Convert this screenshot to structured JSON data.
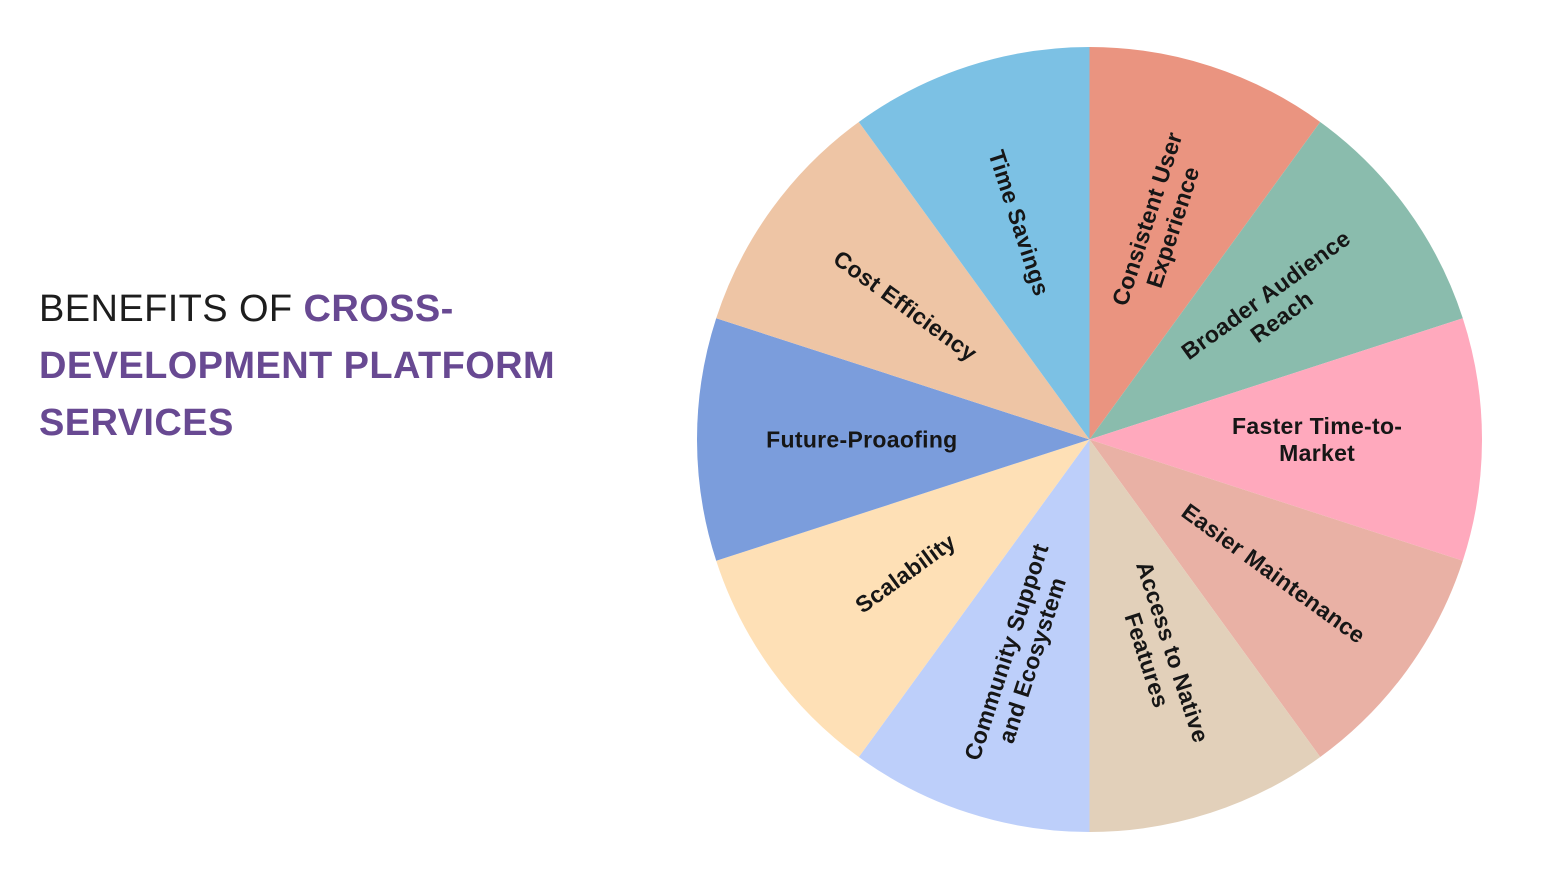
{
  "page": {
    "background_color": "#ffffff"
  },
  "title": {
    "normal_part": "BENEFITS OF",
    "bold_lines": [
      "CROSS-",
      "DEVELOPMENT PLATFORM",
      "SERVICES"
    ],
    "normal_color": "#1d1d1d",
    "accent_color": "#684992"
  },
  "chart_data": {
    "type": "pie",
    "title": "Benefits of Cross-Development Platform Services",
    "start_angle_deg_clockwise_from_top": 0,
    "direction": "clockwise",
    "legend_position": "none",
    "label_placement": "radial-inside",
    "label_color": "#161616",
    "slices": [
      {
        "label": "Consistent User Experience",
        "label_lines": [
          "Consistent User",
          "Experience"
        ],
        "value": 10,
        "color": "#EA9480"
      },
      {
        "label": "Broader Audience Reach",
        "label_lines": [
          "Broader Audience",
          "Reach"
        ],
        "value": 10,
        "color": "#8ABCAD"
      },
      {
        "label": "Faster Time-to-Market",
        "label_lines": [
          "Faster Time-to-",
          "Market"
        ],
        "value": 10,
        "color": "#FFA9BD"
      },
      {
        "label": "Easier Maintenance",
        "label_lines": [
          "Easier Maintenance"
        ],
        "value": 10,
        "color": "#E9B1A5"
      },
      {
        "label": "Access to Native Features",
        "label_lines": [
          "Access to Native",
          "Features"
        ],
        "value": 10,
        "color": "#E2D0BA"
      },
      {
        "label": "Community Support and Ecosystem",
        "label_lines": [
          "Community Support",
          "and Ecosystem"
        ],
        "value": 10,
        "color": "#BDCFFA"
      },
      {
        "label": "Scalability",
        "label_lines": [
          "Scalability"
        ],
        "value": 10,
        "color": "#FEE0B6"
      },
      {
        "label": "Future-Proaofing",
        "label_lines": [
          "Future-Proaofing"
        ],
        "value": 10,
        "color": "#7B9DDC"
      },
      {
        "label": "Cost Efficiency",
        "label_lines": [
          "Cost Efficiency"
        ],
        "value": 10,
        "color": "#EEC5A5"
      },
      {
        "label": "Time Savings",
        "label_lines": [
          "Time Savings"
        ],
        "value": 10,
        "color": "#7CC1E4"
      }
    ]
  }
}
